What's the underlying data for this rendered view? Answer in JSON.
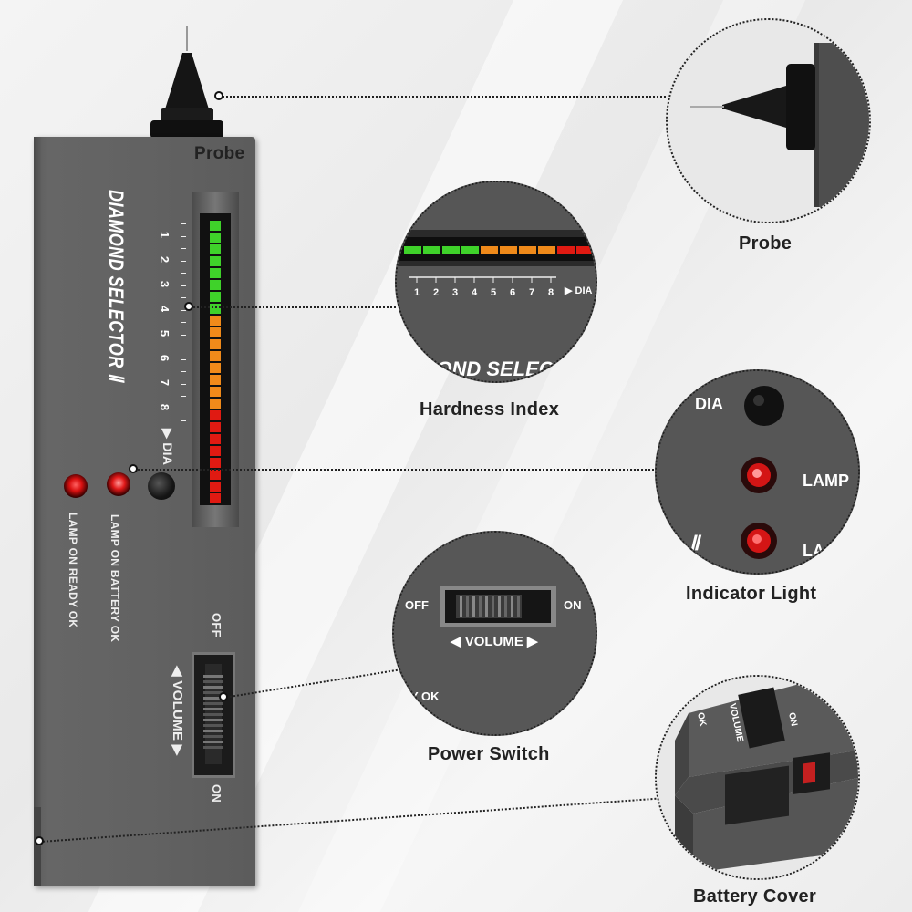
{
  "device": {
    "title": "DIAMOND SELECTOR Ⅱ",
    "probe_label": "Probe",
    "scale_numbers": [
      "1",
      "2",
      "3",
      "4",
      "5",
      "6",
      "7",
      "8"
    ],
    "scale_end": "▶ DIA",
    "lamp_battery": "LAMP ON BATTERY OK",
    "lamp_ready": "LAMP ON READY OK",
    "switch_off": "OFF",
    "switch_on": "ON",
    "volume": "◀ VOLUME ▶"
  },
  "callouts": {
    "probe": {
      "caption": "Probe"
    },
    "hardness": {
      "caption": "Hardness Index",
      "scale": [
        "1",
        "2",
        "3",
        "4",
        "5",
        "6",
        "7",
        "8"
      ],
      "scale_end": "▶ DIA",
      "brand_text": "MOND SELECTOR"
    },
    "indicator": {
      "caption": "Indicator Light",
      "dia": "DIA",
      "lamp": "LAMP",
      "lamp_partial": "LA",
      "roman": "Ⅱ"
    },
    "power": {
      "caption": "Power Switch",
      "off": "OFF",
      "on": "ON",
      "volume": "◀ VOLUME ▶",
      "ready_partial": "Y OK"
    },
    "battery": {
      "caption": "Battery Cover",
      "volume": "VOLUME",
      "on": "ON",
      "ok": "OK"
    }
  },
  "colors": {
    "body": "#626262",
    "green": "#3fd22a",
    "orange": "#f08a1a",
    "red": "#e01a12",
    "led_red": "#ff2a2a"
  }
}
